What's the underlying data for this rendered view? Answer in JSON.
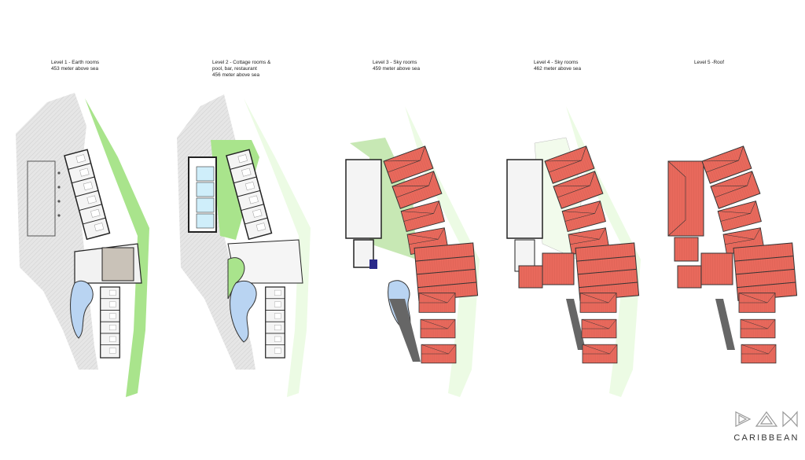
{
  "levels": [
    {
      "title": "Level 1 - Earth rooms",
      "line2": "453 meter above sea",
      "line3": ""
    },
    {
      "title": "Level 2 - Cottage rooms &",
      "line2": "pool, bar, restaurant",
      "line3": "456 meter above sea"
    },
    {
      "title": "Level 3 - Sky rooms",
      "line2": "459 meter above sea",
      "line3": ""
    },
    {
      "title": "Level 4 - Sky rooms",
      "line2": "462 meter above sea",
      "line3": ""
    },
    {
      "title": "Level 5 -Roof",
      "line2": "",
      "line3": ""
    }
  ],
  "logo": {
    "mark": "DAM",
    "name": "CARIBBEAN"
  },
  "colors": {
    "roof": "#e8695c",
    "green": "#a9e48c",
    "pale_green": "#ecfbe4",
    "terrain": "#e3e3e3",
    "water": "#b9d4f2"
  }
}
